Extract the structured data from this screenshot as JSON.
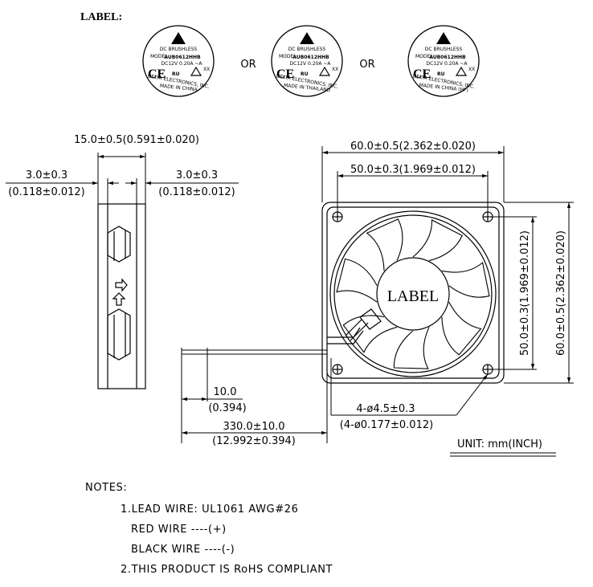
{
  "label_heading": "LABEL:",
  "label_variants": [
    {
      "brand": "DC BRUSHLESS",
      "model_tag": "MODEL",
      "model": "AUB0612HHB",
      "rating": "DC12V 0.20A ~A",
      "company": "DELTA ELECTRONICS, INC.",
      "origin": "MADE IN CHINA"
    },
    {
      "brand": "DC BRUSHLESS",
      "model_tag": "MODEL",
      "model": "AUB0612HHB",
      "rating": "DC12V 0.20A ~A",
      "company": "DELTA ELECTRONICS, INC.",
      "origin": "MADE IN THAILAND"
    },
    {
      "brand": "DC BRUSHLESS",
      "model_tag": "MODEL",
      "model": "AUB0612HHB",
      "rating": "DC12V 0.20A ~A",
      "company": "DELTA ELECTRONICS, INC.",
      "origin": "MADE IN CHINA (HF)"
    }
  ],
  "or_text": "OR",
  "ce_mark": "CE",
  "ul_mark": "RU",
  "mark_small": "XX",
  "fan_label": "LABEL",
  "dimensions": {
    "thickness": "15.0±0.5(0.591±0.020)",
    "flange_left_top": "3.0±0.3",
    "flange_left_bottom": "(0.118±0.012)",
    "flange_right_top": "3.0±0.3",
    "flange_right_bottom": "(0.118±0.012)",
    "width_overall": "60.0±0.5(2.362±0.020)",
    "hole_spacing": "50.0±0.3(1.969±0.012)",
    "height_hole_spacing": "50.0±0.3(1.969±0.012)",
    "height_overall": "60.0±0.5(2.362±0.020)",
    "strip_top": "10.0",
    "strip_bottom": "(0.394)",
    "lead_top": "330.0±10.0",
    "lead_bottom": "(12.992±0.394)",
    "holes_top": "4-ø4.5±0.3",
    "holes_bottom": "(4-ø0.177±0.012)"
  },
  "unit_text": "UNIT: mm(INCH)",
  "notes": {
    "title": "NOTES:",
    "line1": "1.LEAD WIRE: UL1061 AWG#26",
    "line2": "RED WIRE ----(+)",
    "line3": "BLACK WIRE ----(-)",
    "line4": "2.THIS PRODUCT IS RoHS COMPLIANT"
  }
}
